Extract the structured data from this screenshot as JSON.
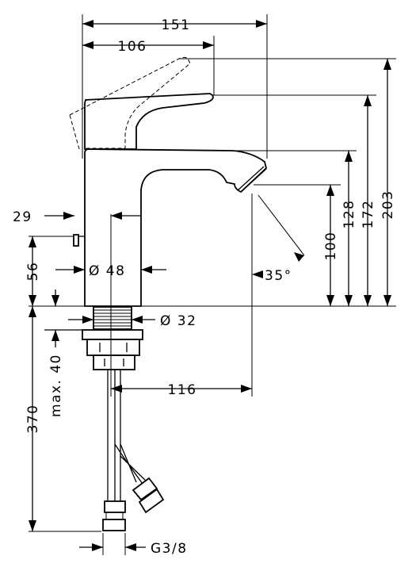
{
  "drawing": {
    "dimensions": {
      "overall_width": "151",
      "lever_reach": "106",
      "height_total": "203",
      "height_lever": "172",
      "height_spout": "128",
      "height_outlet": "100",
      "outlet_angle": "35°",
      "popup_offset": "29",
      "popup_height": "56",
      "body_diameter": "Ø 48",
      "shank_diameter": "Ø 32",
      "thickness": "max. 40",
      "hose_length": "370",
      "projection": "116",
      "connection": "G3/8"
    }
  }
}
